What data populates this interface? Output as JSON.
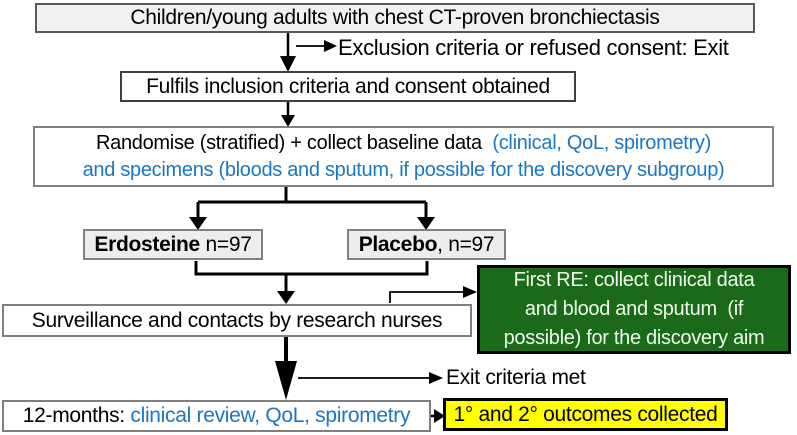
{
  "colors": {
    "accent_blue": "#1B76C3",
    "dark_green_fill": "#1A6A1A",
    "yellow_fill": "#FFFF00",
    "light_gray_fill": "#F1F1F1",
    "border_gray": "#808080",
    "text_black": "#000000",
    "green_box_text": "#F2FAEE"
  },
  "nodes": {
    "eligibility": {
      "text": "Children/young adults with chest CT-proven bronchiectasis"
    },
    "exclusion_exit": {
      "text": "Exclusion criteria or refused consent: Exit"
    },
    "inclusion": {
      "text": "Fulfils inclusion criteria and consent obtained"
    },
    "randomise": {
      "line1_black": "Randomise (stratified) + collect baseline data ",
      "line1_blue": " (clinical, QoL, spirometry)",
      "line2_blue": "and specimens (bloods and sputum, if possible for the discovery subgroup)"
    },
    "erdosteine": {
      "name": "Erdosteine",
      "n": " n=97"
    },
    "placebo": {
      "name": "Placebo",
      "n": ", n=97"
    },
    "first_re": {
      "lines": [
        "First RE: collect clinical data",
        "and blood and sputum  (if",
        "possible) for the discovery aim"
      ]
    },
    "surveillance": {
      "text": "Surveillance and contacts by research nurses"
    },
    "exit_met": {
      "text": "Exit criteria met"
    },
    "twelve_months": {
      "prefix": "12-months: ",
      "blue": "clinical review, QoL, spirometry"
    },
    "outcomes": {
      "text": "1° and 2° outcomes collected"
    }
  }
}
